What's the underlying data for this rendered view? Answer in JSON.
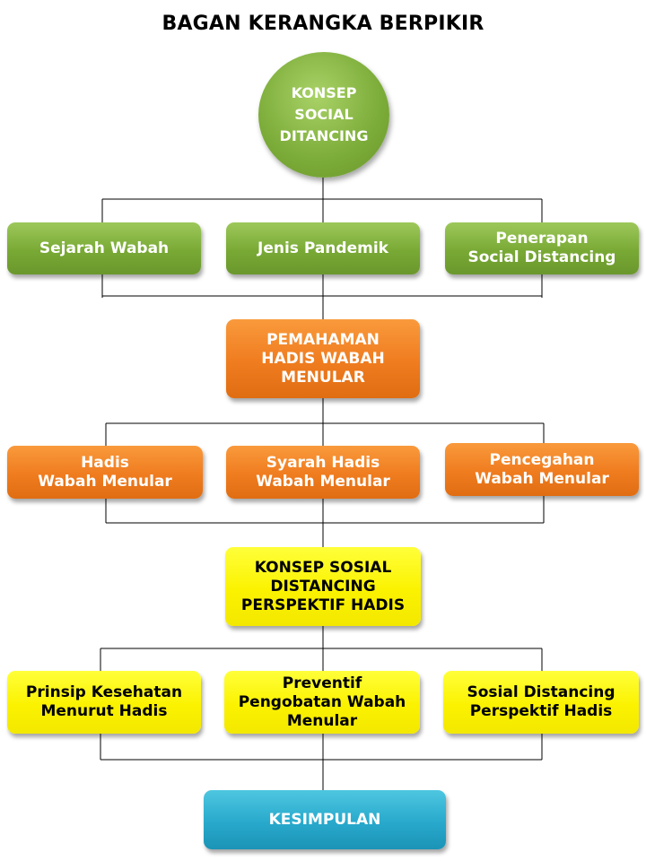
{
  "title": "BAGAN KERANGKA BERPIKIR",
  "root": {
    "label": "KONSEP\nSOCIAL\nDITANCING"
  },
  "level1": [
    {
      "label": "Sejarah Wabah"
    },
    {
      "label": "Jenis Pandemik"
    },
    {
      "label": "Penerapan\nSocial Distancing"
    }
  ],
  "hub1": {
    "label": "PEMAHAMAN\nHADIS WABAH\nMENULAR"
  },
  "level2": [
    {
      "label": "Hadis\nWabah Menular"
    },
    {
      "label": "Syarah Hadis\nWabah Menular"
    },
    {
      "label": "Pencegahan\nWabah Menular"
    }
  ],
  "hub2": {
    "label": "KONSEP SOSIAL\nDISTANCING\nPERSPEKTIF HADIS"
  },
  "level3": [
    {
      "label": "Prinsip Kesehatan\nMenurut Hadis"
    },
    {
      "label": "Preventif\nPengobatan Wabah\nMenular"
    },
    {
      "label": "Sosial Distancing\nPerspektif Hadis"
    }
  ],
  "conclusion": {
    "label": "KESIMPULAN"
  },
  "colors": {
    "green": "#7bab38",
    "orange": "#ef7c1f",
    "yellow": "#fbf200",
    "blue": "#28a9cc",
    "line": "#000000"
  }
}
